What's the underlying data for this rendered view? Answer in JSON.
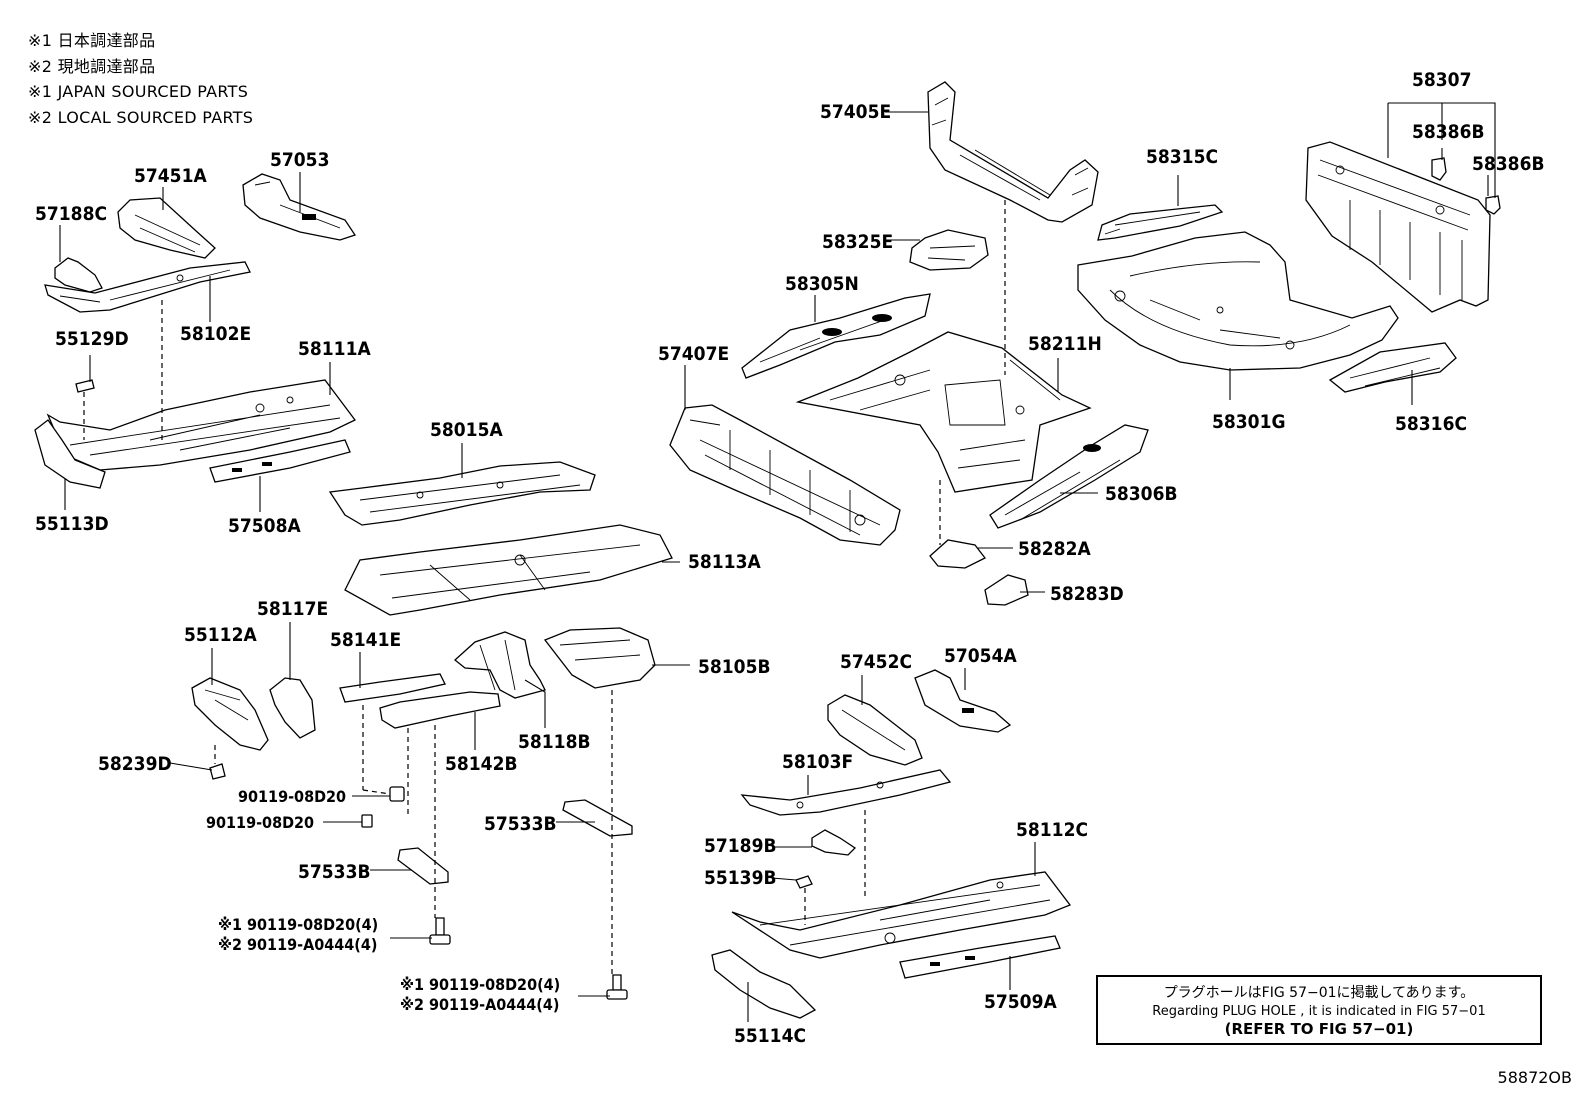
{
  "legend": {
    "line1": "※1 日本調達部品",
    "line2": "※2 現地調達部品",
    "line3": "※1 JAPAN SOURCED PARTS",
    "line4": "※2 LOCAL SOURCED PARTS"
  },
  "labels": {
    "p57405E": "57405E",
    "p58307": "58307",
    "p58386B_a": "58386B",
    "p58386B_b": "58386B",
    "p58315C": "58315C",
    "p58325E": "58325E",
    "p58305N": "58305N",
    "p57407E": "57407E",
    "p58211H": "58211H",
    "p58301G": "58301G",
    "p58316C": "58316C",
    "p58306B": "58306B",
    "p58282A": "58282A",
    "p58283D": "58283D",
    "p57451A": "57451A",
    "p57053": "57053",
    "p57188C": "57188C",
    "p58102E": "58102E",
    "p55129D": "55129D",
    "p58111A": "58111A",
    "p55113D": "55113D",
    "p57508A": "57508A",
    "p58015A": "58015A",
    "p58113A": "58113A",
    "p58117E": "58117E",
    "p55112A": "55112A",
    "p58141E": "58141E",
    "p58105B": "58105B",
    "p58118B": "58118B",
    "p58142B": "58142B",
    "p58239D": "58239D",
    "p90119_a": "90119-08D20",
    "p90119_b": "90119-08D20",
    "p57533B_a": "57533B",
    "p57533B_b": "57533B",
    "p57452C": "57452C",
    "p57054A": "57054A",
    "p58103F": "58103F",
    "p57189B": "57189B",
    "p58112C": "58112C",
    "p55139B": "55139B",
    "p57509A": "57509A",
    "p55114C": "55114C",
    "bolt1_l1": "※1 90119-08D20(4)",
    "bolt1_l2": "※2 90119-A0444(4)",
    "bolt2_l1": "※1  90119-08D20(4)",
    "bolt2_l2": "※2  90119-A0444(4)"
  },
  "note": {
    "line1": "プラグホールはFIG 57−01に掲載してあります。",
    "line2": "Regarding  PLUG  HOLE , it is indicated in FIG  57−01",
    "line3": "(REFER TO FIG 57−01)"
  },
  "figure_code": "58872OB"
}
